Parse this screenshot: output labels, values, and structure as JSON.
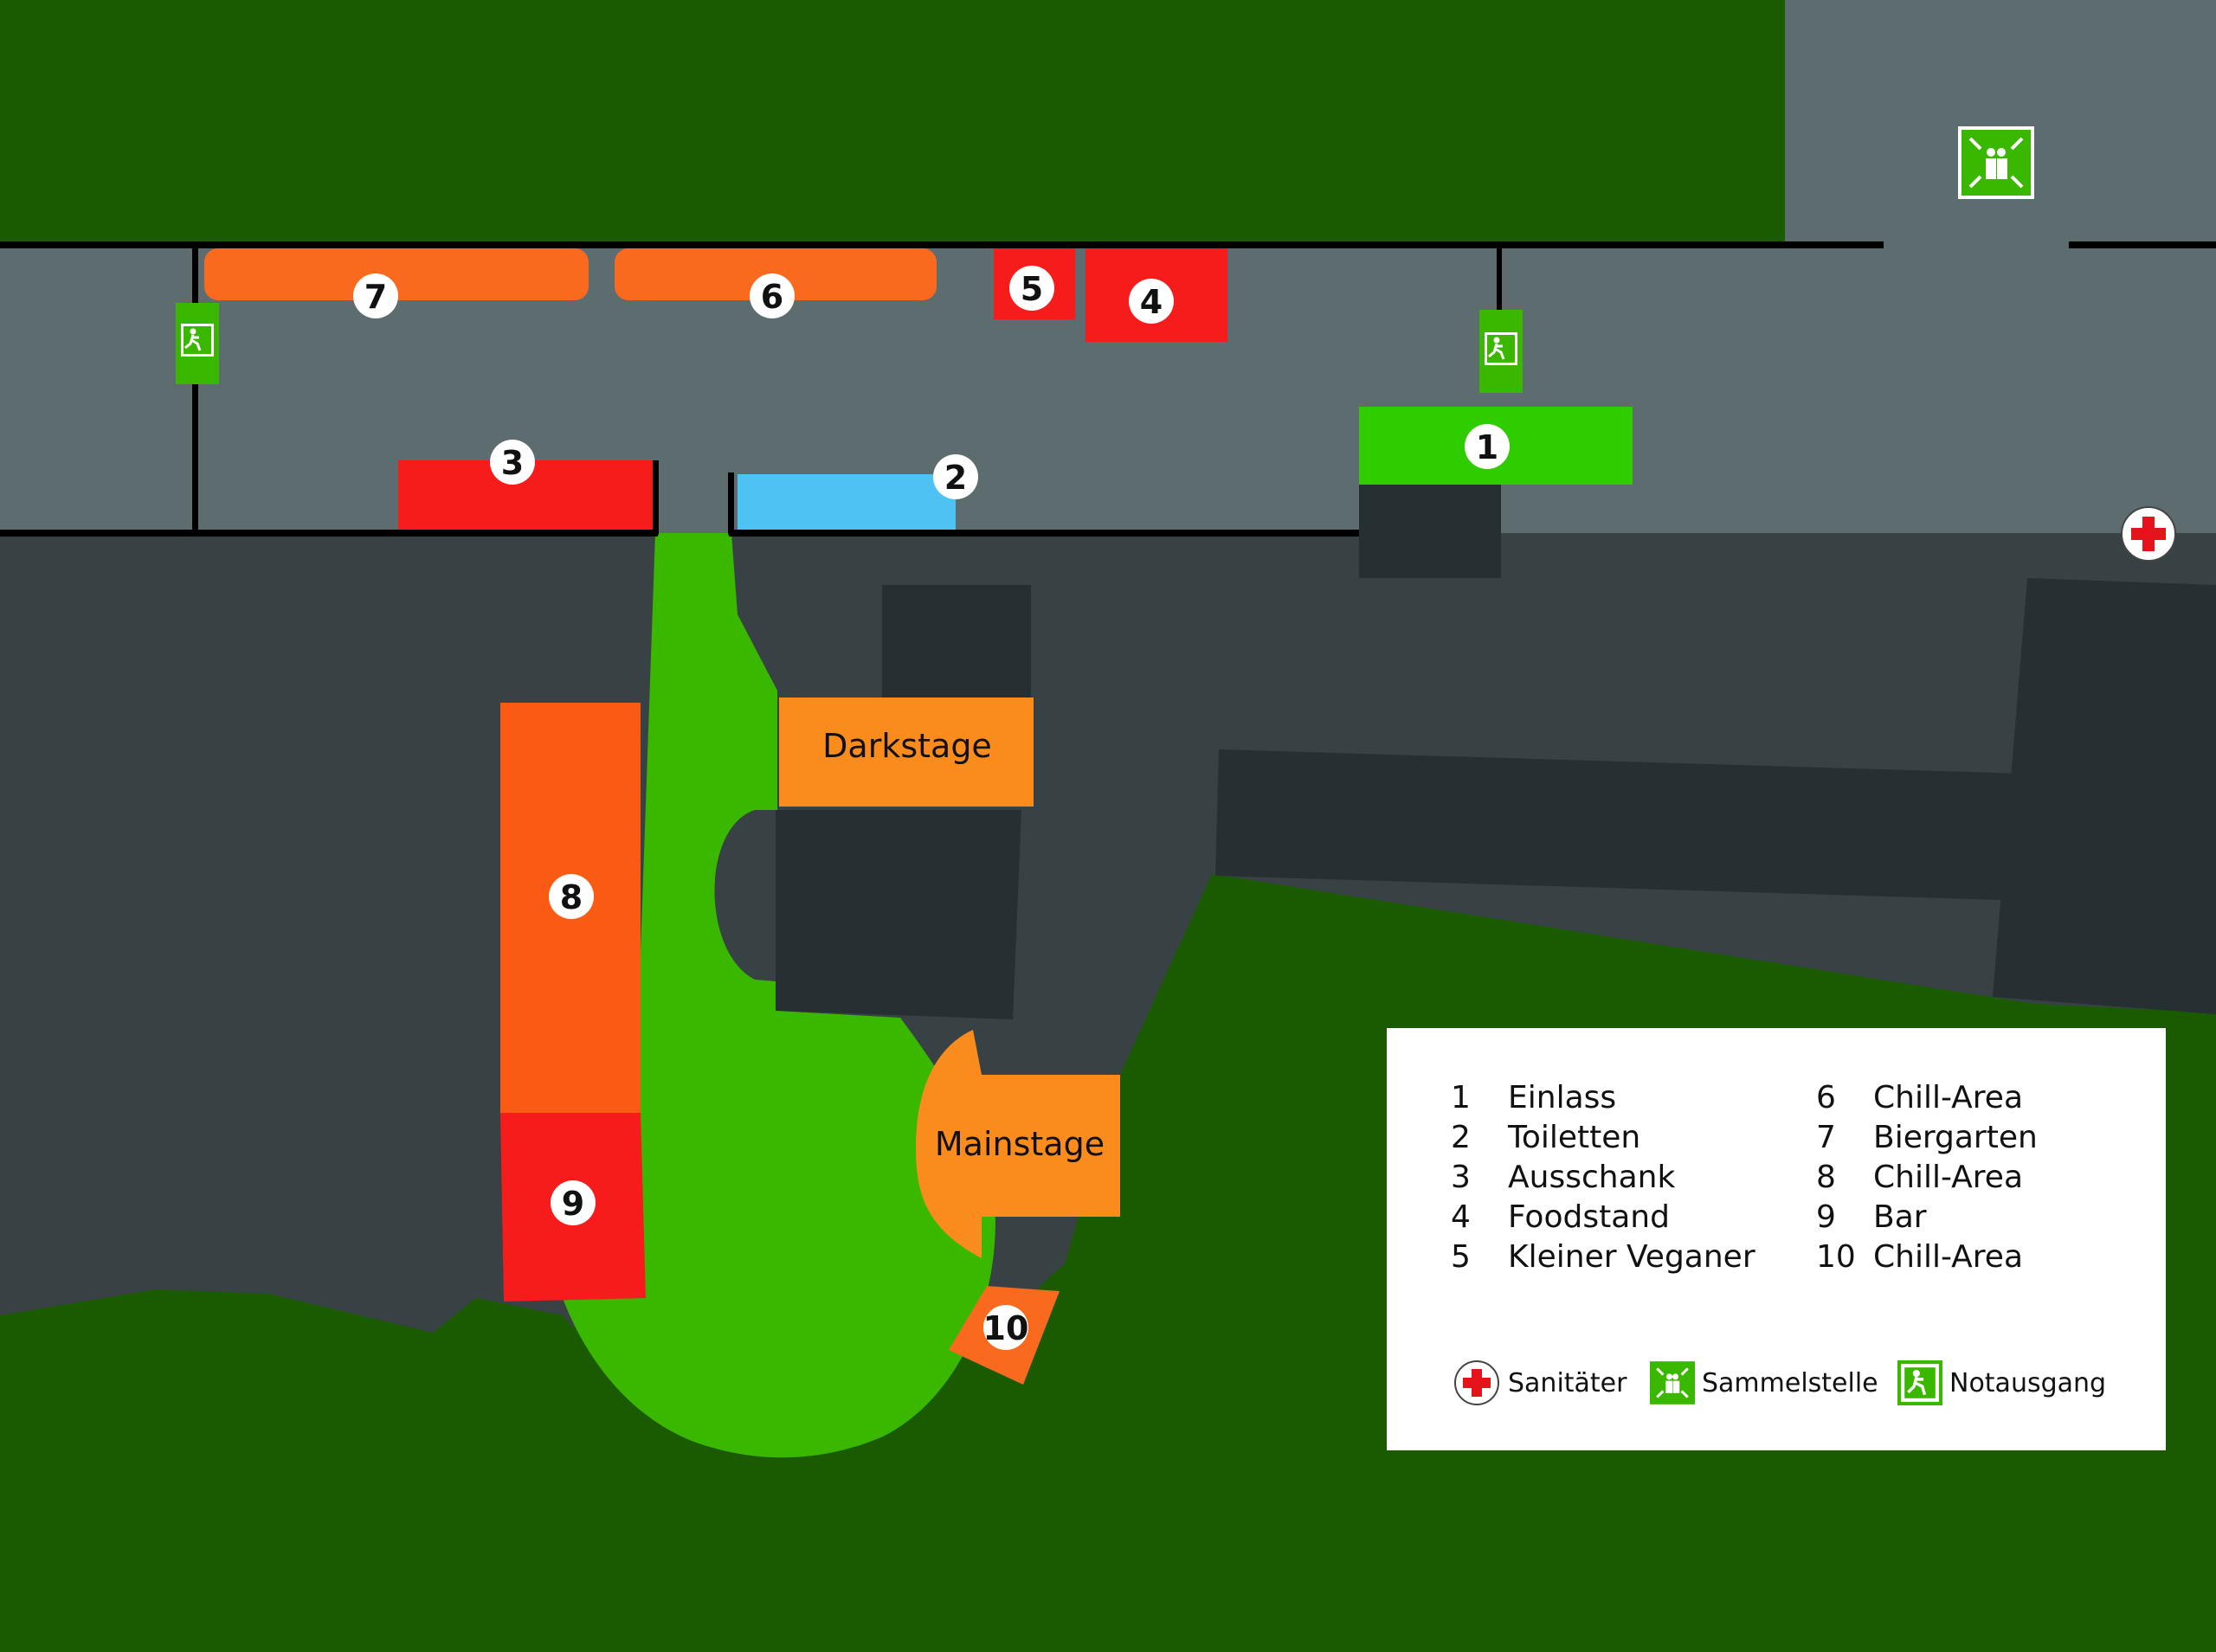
{
  "areas": [
    {
      "number": "1",
      "color": "#2fcc00"
    },
    {
      "number": "2",
      "color": "#4ec3f3"
    },
    {
      "number": "3",
      "color": "#f71c1c"
    },
    {
      "number": "4",
      "color": "#f71c1c"
    },
    {
      "number": "5",
      "color": "#f71c1c"
    },
    {
      "number": "6",
      "color": "#f96a1e"
    },
    {
      "number": "7",
      "color": "#f96a1e"
    },
    {
      "number": "8",
      "color": "#f95b14"
    },
    {
      "number": "9",
      "color": "#f71c1c"
    },
    {
      "number": "10",
      "color": "#f96a1e"
    }
  ],
  "stages": {
    "darkstage": "Darkstage",
    "mainstage": "Mainstage",
    "color": "#fa8c1e"
  },
  "legend": {
    "left_column": [
      {
        "num": "1",
        "label": "Einlass"
      },
      {
        "num": "2",
        "label": "Toiletten"
      },
      {
        "num": "3",
        "label": "Ausschank"
      },
      {
        "num": "4",
        "label": "Foodstand"
      },
      {
        "num": "5",
        "label": "Kleiner Veganer"
      }
    ],
    "right_column": [
      {
        "num": "6",
        "label": "Chill-Area"
      },
      {
        "num": "7",
        "label": "Biergarten"
      },
      {
        "num": "8",
        "label": "Chill-Area"
      },
      {
        "num": "9",
        "label": "Bar"
      },
      {
        "num": "10",
        "label": "Chill-Area"
      }
    ],
    "symbols": {
      "medic": "Sanitäter",
      "assembly": "Sammelstelle",
      "exit": "Notausgang"
    }
  },
  "icons": [
    "first-aid-icon",
    "assembly-point-icon",
    "emergency-exit-icon"
  ],
  "colors": {
    "grass": "#1a5a00",
    "yard": "#5d6c6f",
    "ground": "#384245",
    "buildings": "#262f31",
    "walls": "#000000",
    "lawn": "#3ab800"
  }
}
